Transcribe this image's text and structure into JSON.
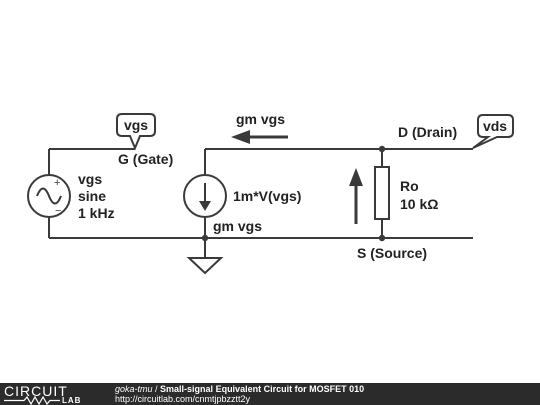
{
  "diagram": {
    "gate_probe": "vgs",
    "drain_probe": "vds",
    "gate_node": "G (Gate)",
    "drain_node": "D (Drain)",
    "source_node": "S (Source)",
    "current_arrow_label": "gm vgs",
    "source": {
      "name": "vgs",
      "type": "sine",
      "freq": "1 kHz"
    },
    "dep_source": {
      "expr": "1m*V(vgs)",
      "label": "gm vgs"
    },
    "resistor": {
      "name": "Ro",
      "value": "10 kΩ"
    }
  },
  "footer": {
    "logo_top": "CIRCUIT",
    "logo_bottom": "LAB",
    "author": "goka-tmu",
    "separator": " / ",
    "title": "Small-signal Equivalent Circuit for MOSFET 010",
    "url": "http://circuitlab.com/cnmtjpbzztt2y"
  },
  "colors": {
    "wire": "#3a3a3a",
    "footer_bg": "#2b2b2b",
    "text": "#222222"
  }
}
